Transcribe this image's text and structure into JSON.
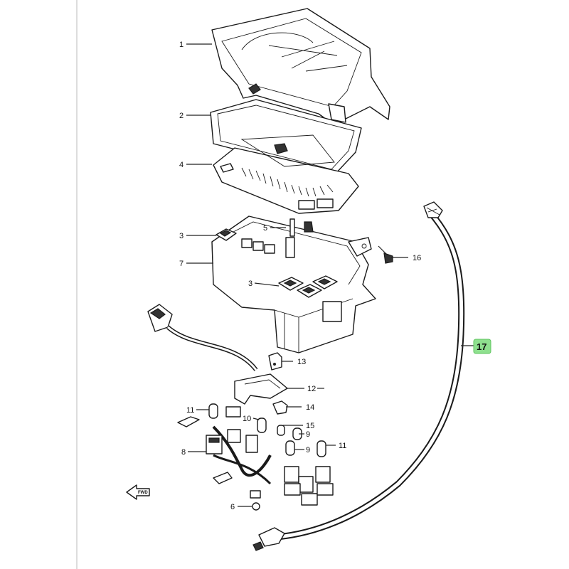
{
  "labels": [
    {
      "id": "1",
      "text": "1"
    },
    {
      "id": "2",
      "text": "2"
    },
    {
      "id": "4",
      "text": "4"
    },
    {
      "id": "3a",
      "text": "3"
    },
    {
      "id": "5",
      "text": "5"
    },
    {
      "id": "7",
      "text": "7"
    },
    {
      "id": "3b",
      "text": "3"
    },
    {
      "id": "16",
      "text": "16"
    },
    {
      "id": "17",
      "text": "17"
    },
    {
      "id": "13",
      "text": "13"
    },
    {
      "id": "12",
      "text": "12"
    },
    {
      "id": "11a",
      "text": "11"
    },
    {
      "id": "14",
      "text": "14"
    },
    {
      "id": "10",
      "text": "10"
    },
    {
      "id": "15",
      "text": "15"
    },
    {
      "id": "9a",
      "text": "9"
    },
    {
      "id": "9b",
      "text": "9"
    },
    {
      "id": "11b",
      "text": "11"
    },
    {
      "id": "8",
      "text": "8"
    },
    {
      "id": "6",
      "text": "6"
    }
  ],
  "highlight": {
    "label_id": "17",
    "color": "#8fe08f"
  },
  "fwd_mark": "FWD"
}
